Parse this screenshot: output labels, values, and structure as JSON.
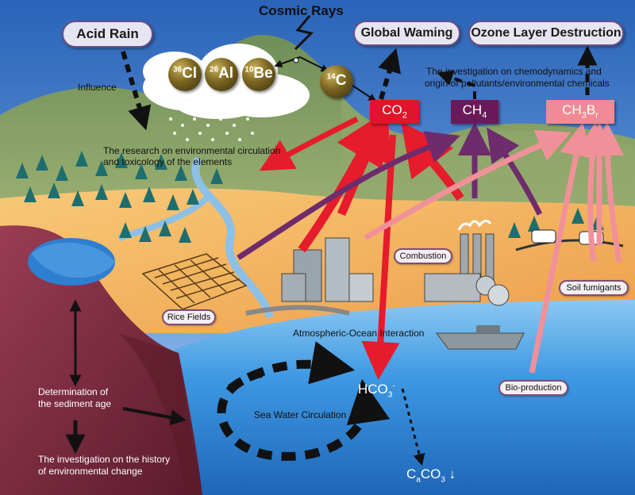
{
  "title": "Cosmic Rays",
  "boxes": {
    "acid_rain": "Acid Rain",
    "global_warming": "Global Waming",
    "ozone": "Ozone Layer Destruction"
  },
  "isotopes": [
    {
      "mass": "36",
      "symbol": "Cl"
    },
    {
      "mass": "26",
      "symbol": "Al"
    },
    {
      "mass": "10",
      "symbol": "Be"
    },
    {
      "mass": "14",
      "symbol": "C"
    }
  ],
  "gases": {
    "co2": {
      "main": "CO",
      "sub": "2",
      "color": "#e0142a"
    },
    "ch4": {
      "main": "CH",
      "sub": "4",
      "color": "#6a1a5a"
    },
    "ch3br": {
      "main": "CH",
      "sub": "3",
      "tail": "B",
      "tail_sub": "r",
      "color": "#f08a94"
    }
  },
  "texts": {
    "influence": "Influence",
    "research_line1": "The research on environmental circulation",
    "research_line2": "and toxicology of the elements",
    "chemodynamics_line1": "The investigation on chemodynamics and",
    "chemodynamics_line2": "origin of pollutants/environmental chemicals",
    "atmo_ocean": "Atmospheric-Ocean Interaction",
    "sediment_line1": "Determination of",
    "sediment_line2": "the sediment age",
    "history_line1": "The investigation on the history",
    "history_line2": "of environmental change",
    "sea_circ": "Sea Water Circulation",
    "hco3": "HCO",
    "hco3_sub": "3",
    "hco3_sup": "-",
    "caco3_a": "C",
    "caco3_b": "a",
    "caco3_c": "CO",
    "caco3_sub": "3",
    "caco3_arrow": "↓"
  },
  "tags": {
    "combustion": "Combustion",
    "rice": "Rice Fields",
    "soil": "Soil fumigants",
    "bio": "Bio-production"
  },
  "colors": {
    "sky_top": "#2a63b8",
    "sky_bottom": "#9cc3ea",
    "ground": "#f3b562",
    "ocean": "#3b9be0",
    "cliff": "#8a3046",
    "mountain": "#7f9c64",
    "red_arrow": "#e61b2b",
    "purple_arrow": "#6e2c6c",
    "pink_arrow": "#f0919a"
  }
}
